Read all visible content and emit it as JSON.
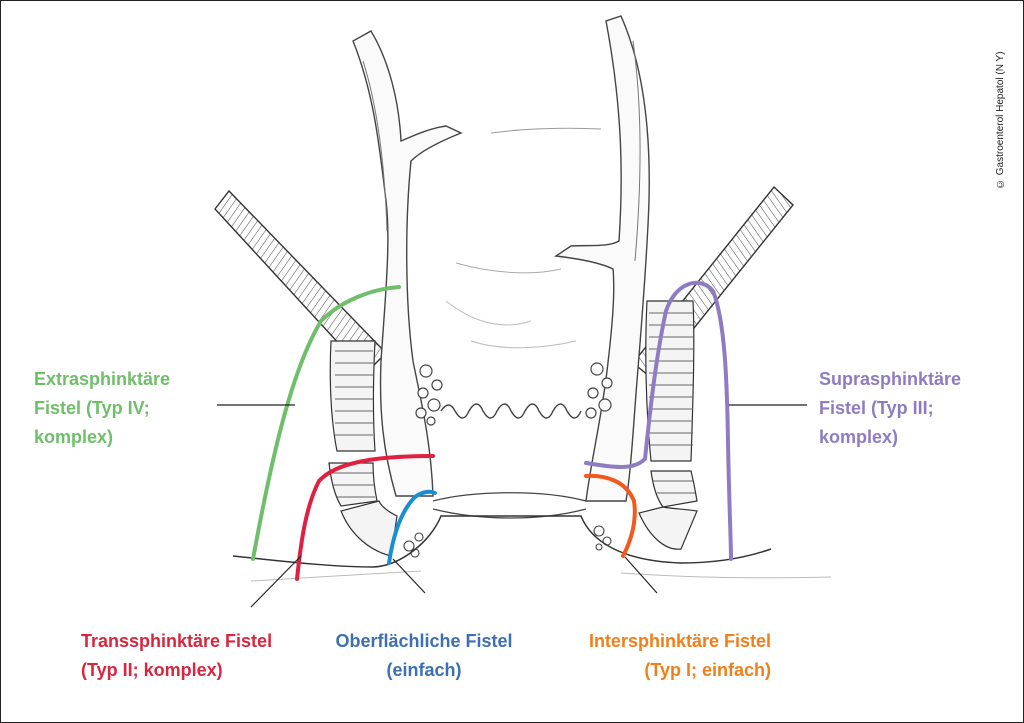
{
  "labels": {
    "extrasphinkter": {
      "line1": "Extrasphinktäre",
      "line2": "Fistel (Typ IV;",
      "line3": "komplex)",
      "color": "#6fbf6a"
    },
    "suprasphinkter": {
      "line1": "Suprasphinktäre",
      "line2": "Fistel (Typ III;",
      "line3": "komplex)",
      "color": "#8e7cc3"
    },
    "transsphinkter": {
      "line1": "Transsphinktäre Fistel",
      "line2": "(Typ II; komplex)",
      "color": "#d7263d"
    },
    "oberflaechlich": {
      "line1": "Oberflächliche Fistel",
      "line2": "(einfach)",
      "color": "#3d6fb4"
    },
    "intersphinkter": {
      "line1": "Intersphinktäre Fistel",
      "line2": "(Typ I; einfach)",
      "color": "#f07f1a"
    }
  },
  "copyright": "© Gastroenterol Hepatol (N Y)",
  "fistula_colors": {
    "extrasphinkter": "#6fbf6a",
    "suprasphinkter": "#8e7cc3",
    "transsphinkter": "#e02040",
    "oberflaechlich": "#1a8fd0",
    "intersphinkter": "#f05a1e"
  }
}
